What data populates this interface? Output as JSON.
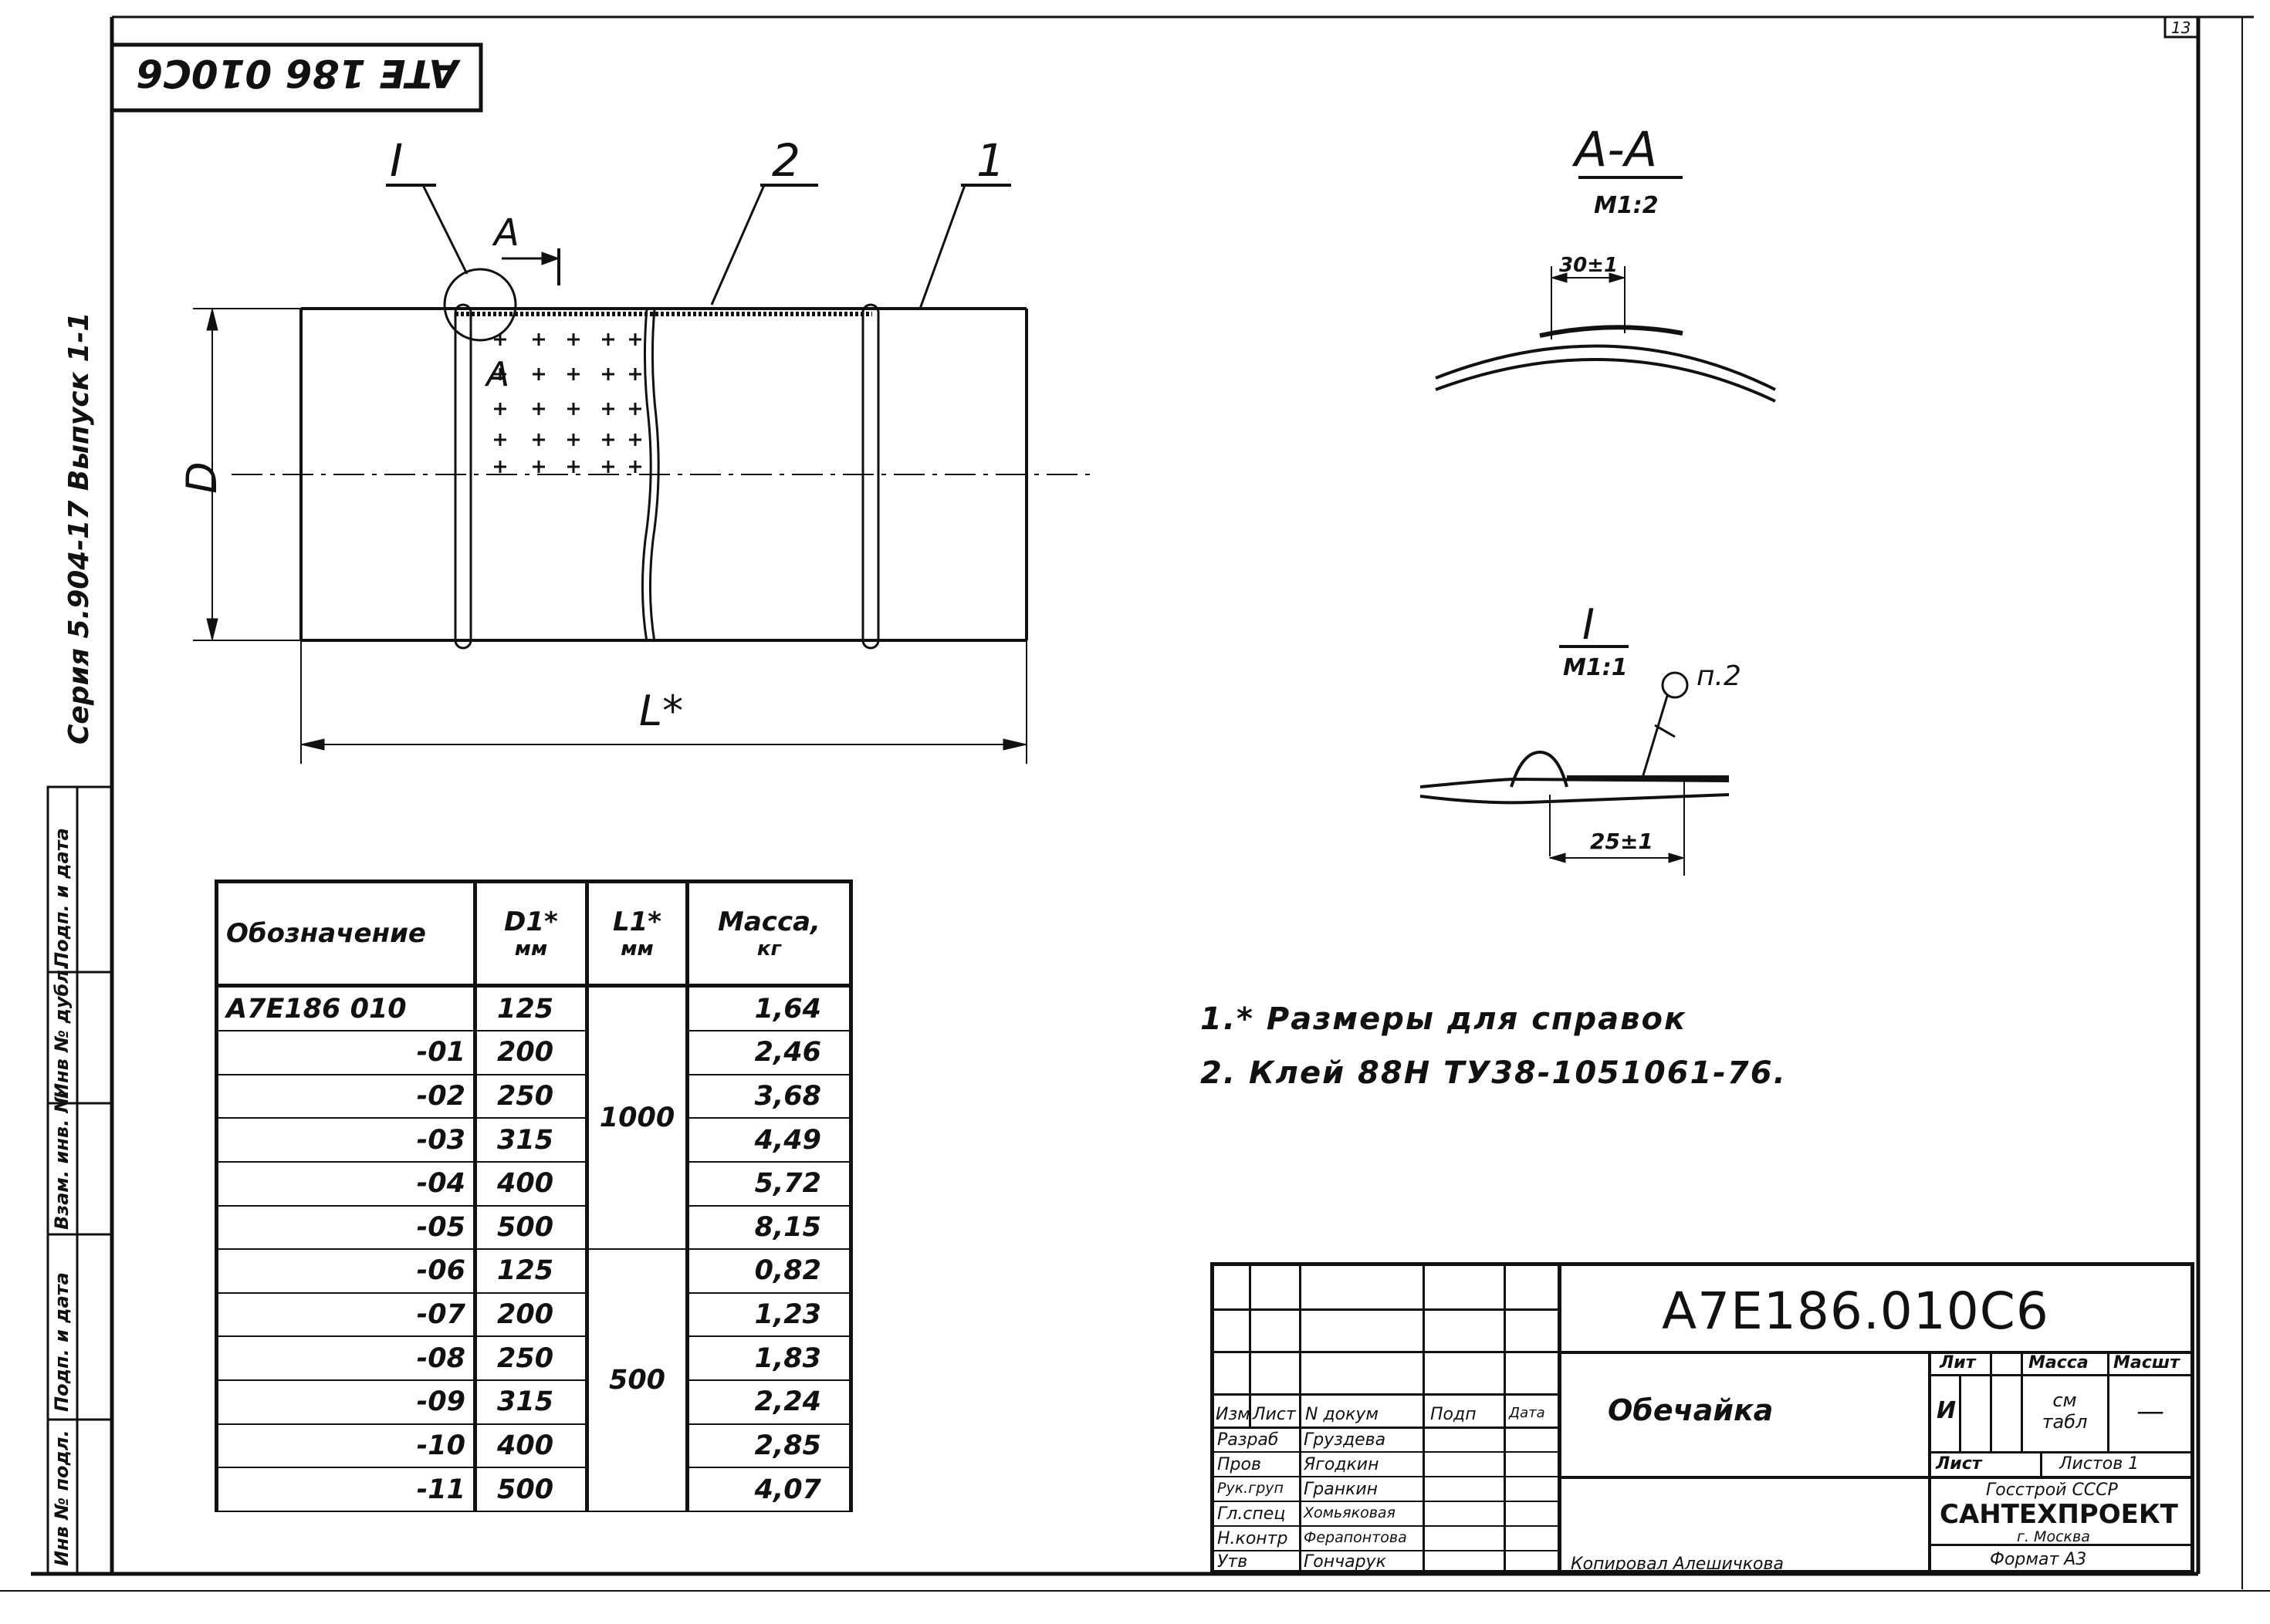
{
  "page": {
    "sheet_number": "13"
  },
  "designation_stamp": "ATE 186 010C6",
  "left_margin": {
    "series": "Серия 5.904-17 Выпуск 1-1",
    "stamps": [
      "Инв № подл.",
      "Подп. и дата",
      "Взам. инв. №",
      "Инв № дубл.",
      "Подп. и дата"
    ]
  },
  "drawing": {
    "callouts": [
      "I",
      "2",
      "1"
    ],
    "section_mark": "A",
    "dimension_D": "D",
    "dimension_L": "L*"
  },
  "section_aa": {
    "title": "A-A",
    "scale": "M1:2",
    "dimension": "30±1"
  },
  "detail_i": {
    "title": "I",
    "scale": "M1:1",
    "weld_note": "п.2",
    "dimension": "25±1"
  },
  "spec_table": {
    "headers": {
      "designation": "Обозначение",
      "d1": "D1*",
      "d1_unit": "мм",
      "l1": "L1*",
      "l1_unit": "мм",
      "mass": "Масса,",
      "mass_unit": "кг"
    },
    "rows": [
      {
        "designation": "A7E186 010",
        "d1": "125",
        "mass": "1,64"
      },
      {
        "designation": "-01",
        "d1": "200",
        "mass": "2,46"
      },
      {
        "designation": "-02",
        "d1": "250",
        "mass": "3,68"
      },
      {
        "designation": "-03",
        "d1": "315",
        "mass": "4,49"
      },
      {
        "designation": "-04",
        "d1": "400",
        "mass": "5,72"
      },
      {
        "designation": "-05",
        "d1": "500",
        "mass": "8,15"
      },
      {
        "designation": "-06",
        "d1": "125",
        "mass": "0,82"
      },
      {
        "designation": "-07",
        "d1": "200",
        "mass": "1,23"
      },
      {
        "designation": "-08",
        "d1": "250",
        "mass": "1,83"
      },
      {
        "designation": "-09",
        "d1": "315",
        "mass": "2,24"
      },
      {
        "designation": "-10",
        "d1": "400",
        "mass": "2,85"
      },
      {
        "designation": "-11",
        "d1": "500",
        "mass": "4,07"
      }
    ],
    "length_groups": [
      "1000",
      "500"
    ]
  },
  "notes": [
    "1.* Размеры для справок",
    "2. Клей 88Н ТУ38-1051061-76."
  ],
  "title_block": {
    "document_code": "A7E186.010C6",
    "part_name": "Обечайка",
    "header_labels": {
      "lit": "Лит",
      "mass": "Масса",
      "scale": "Масшт"
    },
    "lit_value": "И",
    "mass_value": "см табл",
    "scale_value": "—",
    "sheet_label": "Лист",
    "sheets_label": "Листов 1",
    "organization": [
      "Госстрой СССР",
      "САНТЕХПРОЕКТ",
      "г. Москва"
    ],
    "sign_headers": [
      "Изм",
      "Лист",
      "N докум",
      "Подп",
      "Дата"
    ],
    "roles": [
      {
        "role": "Разраб",
        "name": "Груздева"
      },
      {
        "role": "Пров",
        "name": "Ягодкин"
      },
      {
        "role": "Рук.груп",
        "name": "Гранкин"
      },
      {
        "role": "Гл.спец",
        "name": "Хомьяковая"
      },
      {
        "role": "Н.контр",
        "name": "Ферапонтова"
      },
      {
        "role": "Утв",
        "name": "Гончарук"
      }
    ]
  },
  "footer": {
    "copied": "Копировал Алешичкова",
    "format": "Формат А3"
  }
}
